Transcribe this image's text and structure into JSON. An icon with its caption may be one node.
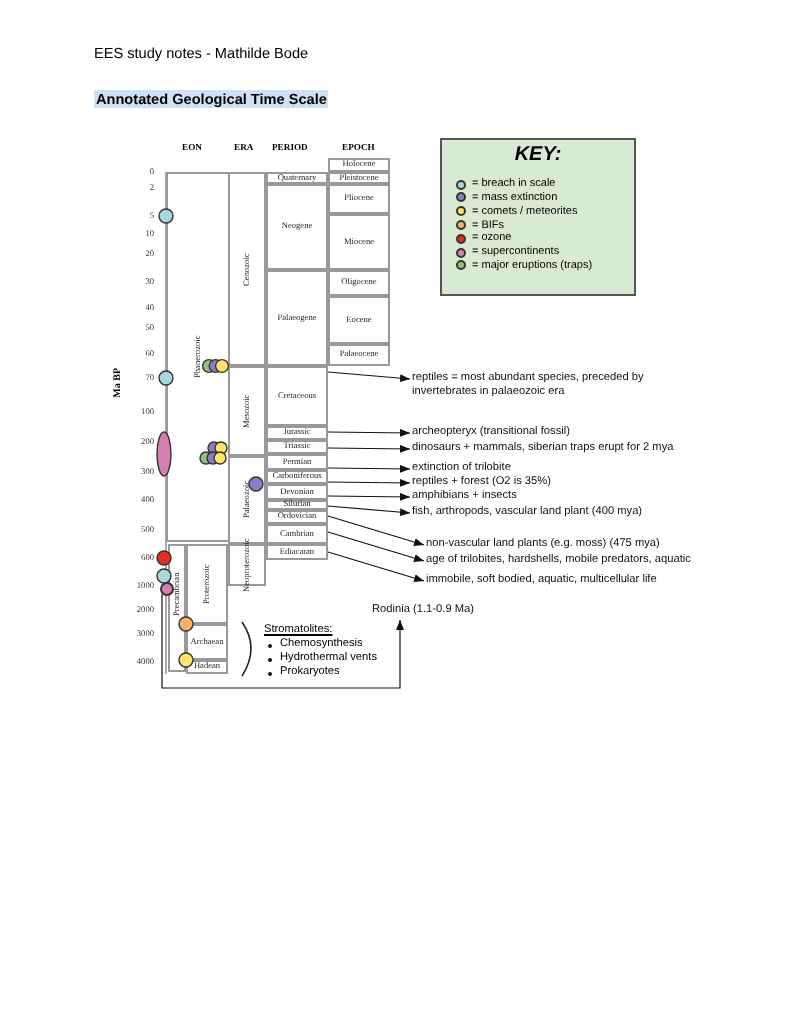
{
  "diagram": {
    "title": "Annotated Geological Time Scale",
    "nodes": [
      {
        "text": [
          "Phanerozoic"
        ]
      },
      {
        "text": [
          "Precambrian"
        ]
      },
      {
        "text": [
          "Proterozoic"
        ]
      },
      {
        "text": [
          "Archaean"
        ]
      },
      {
        "text": [
          "Hadean"
        ]
      },
      {
        "text": [
          "Cenozoic"
        ]
      },
      {
        "text": [
          "Mesozoic"
        ]
      },
      {
        "text": [
          "Palaeozoic"
        ]
      },
      {
        "text": [
          "Neoproterozoic"
        ]
      },
      {
        "text": [
          "Quaternary"
        ]
      },
      {
        "text": [
          "Neogene"
        ]
      },
      {
        "text": [
          "Palaeogene"
        ]
      },
      {
        "text": [
          "Cretaceous"
        ]
      },
      {
        "text": [
          "Jurassic"
        ]
      },
      {
        "text": [
          "Triassic"
        ]
      },
      {
        "text": [
          "Permian"
        ]
      },
      {
        "text": [
          "Carboniferous"
        ]
      },
      {
        "text": [
          "Devonian"
        ]
      },
      {
        "text": [
          "Silurian"
        ]
      },
      {
        "text": [
          "Ordovician"
        ]
      },
      {
        "text": [
          "Cambrian"
        ]
      },
      {
        "text": [
          "Ediacaran"
        ]
      },
      {
        "text": [
          "Holocene"
        ]
      },
      {
        "text": [
          "Pleistocene"
        ]
      },
      {
        "text": [
          "Pliocene"
        ]
      },
      {
        "text": [
          "Miocene"
        ]
      },
      {
        "text": [
          "Oligocene"
        ]
      },
      {
        "text": [
          "Eocene"
        ]
      },
      {
        "text": [
          "Palaeocene"
        ]
      },
      {
        "text": [],
        "shape": "circle"
      },
      {
        "text": [
          "reptiles = most abundant species, preceded by invertebrates in palaeozoic era"
        ]
      },
      {
        "text": [
          "archeopteryx (transitional fossil)"
        ]
      },
      {
        "text": [
          "dinosaurs + mammals, siberian traps erupt for 2 mya"
        ]
      },
      {
        "text": [
          "extinction of trilobite"
        ]
      },
      {
        "text": [
          "reptiles + forest (O2 is 35%)"
        ]
      },
      {
        "text": [
          "amphibians + insects"
        ]
      },
      {
        "text": [
          "fish, arthropods, vascular land plant (400 mya)"
        ]
      },
      {
        "text": [
          "non-vascular land plants (e.g. moss) (475 mya)"
        ]
      },
      {
        "text": [
          "age of trilobites, hardshells, mobile predators, aquatic"
        ]
      },
      {
        "text": [
          "immobile, soft bodied, aquatic, multicellular life"
        ]
      },
      {
        "text": [
          "Rodinia (1.1-0.9 Ma)"
        ]
      }
    ],
    "edges": [
      {
        "from": 12,
        "to": 30,
        "arrow": "to"
      },
      {
        "from": 13,
        "to": 31,
        "arrow": "to"
      },
      {
        "from": 14,
        "to": 32,
        "arrow": "to"
      },
      {
        "from": 15,
        "to": 33,
        "arrow": "to"
      },
      {
        "from": 16,
        "to": 34,
        "arrow": "to"
      },
      {
        "from": 17,
        "to": 35,
        "arrow": "to"
      },
      {
        "from": 18,
        "to": 36,
        "arrow": "to"
      },
      {
        "from": 19,
        "to": 37,
        "arrow": "to"
      },
      {
        "from": 20,
        "to": 38,
        "arrow": "to"
      },
      {
        "from": 21,
        "to": 39,
        "arrow": "to"
      },
      {
        "from": 29,
        "to": 40,
        "arrow": "to"
      }
    ],
    "labels": [
      "EES study notes - Mathilde Bode",
      "EON",
      "ERA",
      "PERIOD",
      "EPOCH",
      "Ma BP",
      "0",
      "2",
      "5",
      "10",
      "20",
      "30",
      "40",
      "50",
      "60",
      "70",
      "100",
      "200",
      "300",
      "400",
      "500",
      "600",
      "1000",
      "2000",
      "3000",
      "4000",
      "KEY:",
      "Stromatolites:",
      "Chemosynthesis",
      "Hydrothermal vents",
      "Prokaryotes"
    ],
    "legend": [
      {
        "text": "= breach in scale",
        "color": "#a8d8dc"
      },
      {
        "text": "= mass extinction",
        "color": "#8e7cc3"
      },
      {
        "text": "= comets / meteorites",
        "color": "#ffe36a"
      },
      {
        "text": "= BIFs",
        "color": "#f6b26b"
      },
      {
        "text": "= ozone",
        "color": "#e0301e"
      },
      {
        "text": "= supercontinents",
        "color": "#d57fb0"
      },
      {
        "text": "= major eruptions (traps)",
        "color": "#93c47d"
      }
    ]
  }
}
